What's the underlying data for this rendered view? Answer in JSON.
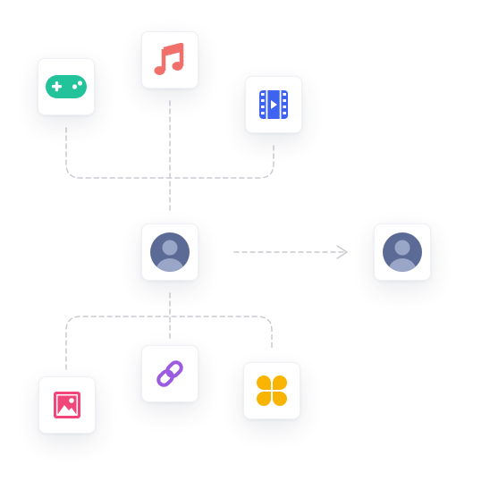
{
  "diagram": {
    "nodes": [
      {
        "id": "game",
        "icon": "gamepad-icon",
        "color": "#22c29a"
      },
      {
        "id": "music",
        "icon": "music-note-icon",
        "color": "#f2706b"
      },
      {
        "id": "video",
        "icon": "video-film-icon",
        "color": "#3d63f0"
      },
      {
        "id": "user-source",
        "icon": "user-avatar-icon",
        "color": "#5c6b96"
      },
      {
        "id": "user-target",
        "icon": "user-avatar-icon",
        "color": "#5c6b96"
      },
      {
        "id": "image",
        "icon": "image-icon",
        "color": "#f0467a"
      },
      {
        "id": "link",
        "icon": "link-icon",
        "color": "#9b5ae0"
      },
      {
        "id": "apps",
        "icon": "four-petal-apps-icon",
        "color": "#f8b400"
      }
    ],
    "connector_color": "#c9cbd1",
    "edges": [
      {
        "from": "game",
        "to": "user-source"
      },
      {
        "from": "music",
        "to": "user-source"
      },
      {
        "from": "video",
        "to": "user-source"
      },
      {
        "from": "user-source",
        "to": "user-target",
        "arrow": true
      },
      {
        "from": "user-source",
        "to": "image"
      },
      {
        "from": "user-source",
        "to": "link"
      },
      {
        "from": "user-source",
        "to": "apps"
      }
    ]
  }
}
